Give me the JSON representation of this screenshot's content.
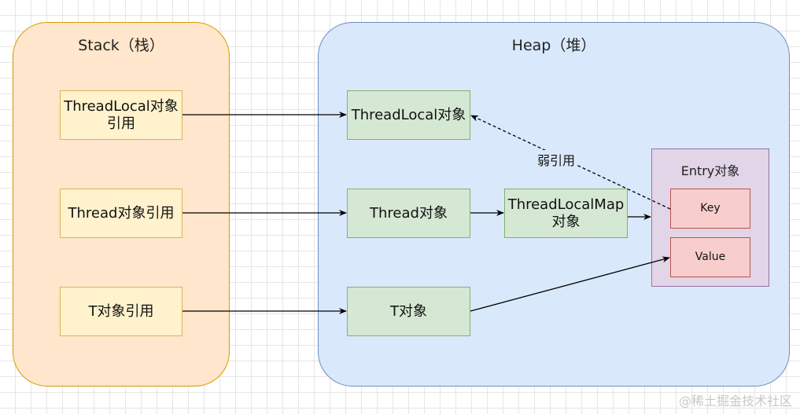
{
  "stack": {
    "title": "Stack（栈）",
    "items": [
      "ThreadLocal对象\n引用",
      "Thread对象引用",
      "T对象引用"
    ]
  },
  "heap": {
    "title": "Heap（堆）",
    "threadlocal_obj": "ThreadLocal对象",
    "thread_obj": "Thread对象",
    "threadlocalmap_obj": "ThreadLocalMap\n对象",
    "t_obj": "T对象",
    "entry": {
      "title": "Entry对象",
      "key": "Key",
      "value": "Value"
    },
    "weak_ref_label": "弱引用"
  },
  "watermark": "@稀土掘金技术社区",
  "colors": {
    "stack_fill": "#ffe6cc",
    "stack_border": "#d79b00",
    "heap_fill": "#dae8fc",
    "heap_border": "#6c8ebf",
    "ref_fill": "#fff2cc",
    "ref_border": "#d6b656",
    "obj_fill": "#d5e8d4",
    "obj_border": "#82b366",
    "entry_fill": "#e1d5e7",
    "entry_border": "#9673a6",
    "kv_fill": "#f8cecc",
    "kv_border": "#b85450"
  }
}
